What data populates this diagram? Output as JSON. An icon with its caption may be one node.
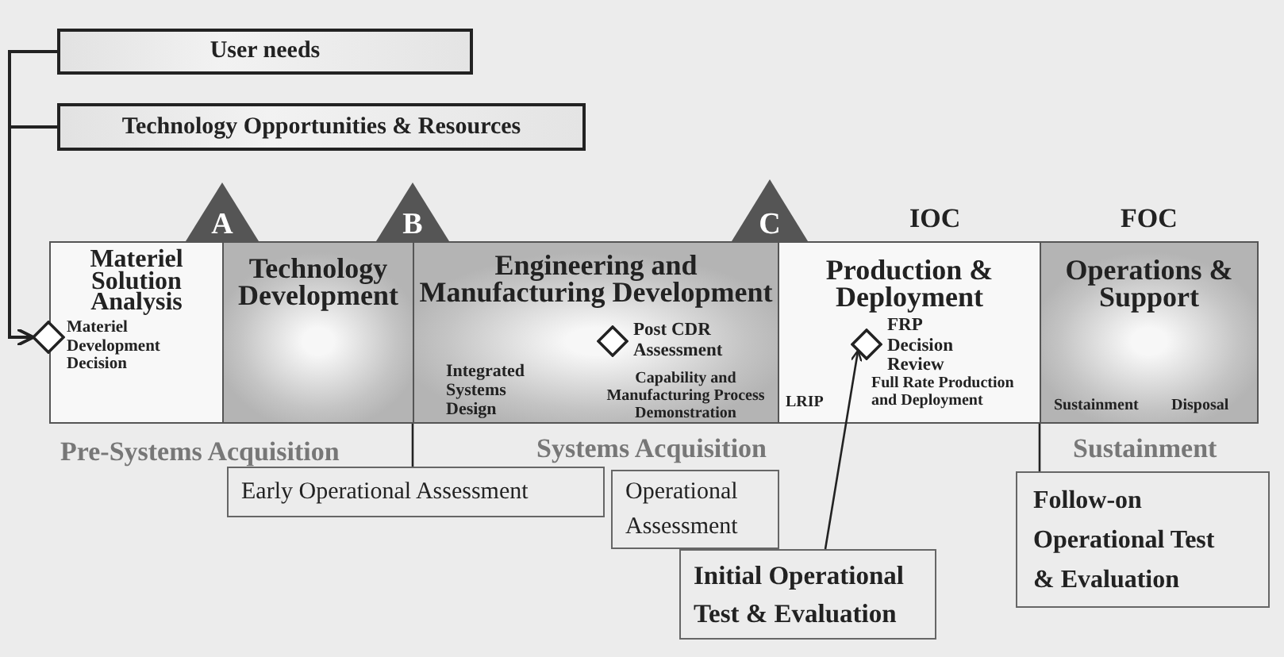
{
  "diagram": {
    "nodes": [
      {
        "text": [
          "User needs"
        ]
      },
      {
        "text": [
          "Technology Opportunities & Resources"
        ]
      },
      {
        "text": [
          "A"
        ]
      },
      {
        "text": [
          "B"
        ]
      },
      {
        "text": [
          "C"
        ]
      },
      {
        "text": [
          "Materiel Solution Analysis"
        ]
      },
      {
        "text": [],
        "shape": "diamond",
        "beside": [
          "Materiel Development Decision"
        ]
      },
      {
        "text": [
          "Technology Development"
        ]
      },
      {
        "text": [
          "Engineering and Manufacturing Development",
          "Integrated Systems Design",
          "Capability and Manufacturing Process Demonstration"
        ]
      },
      {
        "text": [],
        "shape": "diamond",
        "in": 8,
        "beside": [
          "Post CDR Assessment"
        ]
      },
      {
        "text": [
          "Production & Deployment",
          "LRIP",
          "Full Rate Production and Deployment"
        ],
        "beside": [
          "IOC"
        ]
      },
      {
        "text": [],
        "shape": "diamond",
        "in": 10,
        "beside": [
          "FRP Decision Review"
        ]
      },
      {
        "text": [
          "Operations & Support",
          "Sustainment",
          "Disposal"
        ],
        "beside": [
          "FOC"
        ]
      },
      {
        "text": [
          "Early Operational Assessment"
        ]
      },
      {
        "text": [
          "Operational Assessment"
        ]
      },
      {
        "text": [
          "Initial Operational Test & Evaluation"
        ]
      },
      {
        "text": [
          "Follow-on Operational Test & Evaluation"
        ]
      }
    ],
    "edges": [
      {
        "from": 0,
        "to": 6,
        "arrow": "to"
      },
      {
        "from": 1,
        "to": 6,
        "arrow": "to"
      },
      {
        "from": 15,
        "to": 11,
        "arrow": "to"
      },
      {
        "from": 7,
        "to": 13,
        "arrow": "none"
      },
      {
        "from": 12,
        "to": 16,
        "arrow": "none"
      }
    ],
    "labels": [
      "Pre-Systems Acquisition",
      "Systems Acquisition",
      "Sustainment"
    ]
  }
}
